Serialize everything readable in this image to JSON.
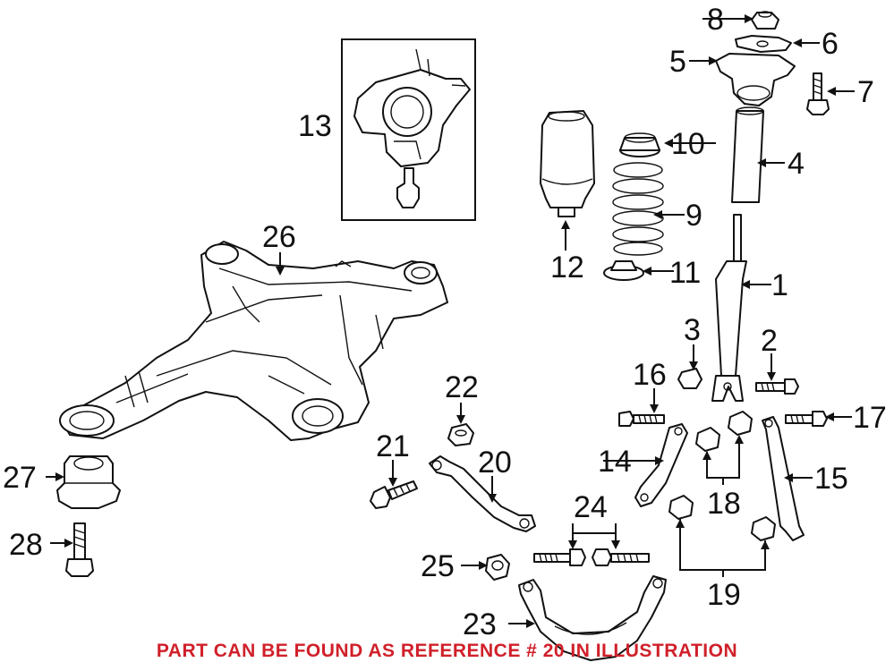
{
  "diagram": {
    "callouts": {
      "c1": "1",
      "c2": "2",
      "c3": "3",
      "c4": "4",
      "c5": "5",
      "c6": "6",
      "c7": "7",
      "c8": "8",
      "c9": "9",
      "c10": "10",
      "c11": "11",
      "c12": "12",
      "c13": "13",
      "c14": "14",
      "c15": "15",
      "c16": "16",
      "c17": "17",
      "c18": "18",
      "c19": "19",
      "c20": "20",
      "c21": "21",
      "c22": "22",
      "c23": "23",
      "c24": "24",
      "c25": "25",
      "c26": "26",
      "c27": "27",
      "c28": "28"
    },
    "caption": "PART CAN BE FOUND AS REFERENCE # 20 IN ILLUSTRATION"
  },
  "colors": {
    "ink": "#111111",
    "caption": "#d0202a",
    "background": "#ffffff"
  }
}
